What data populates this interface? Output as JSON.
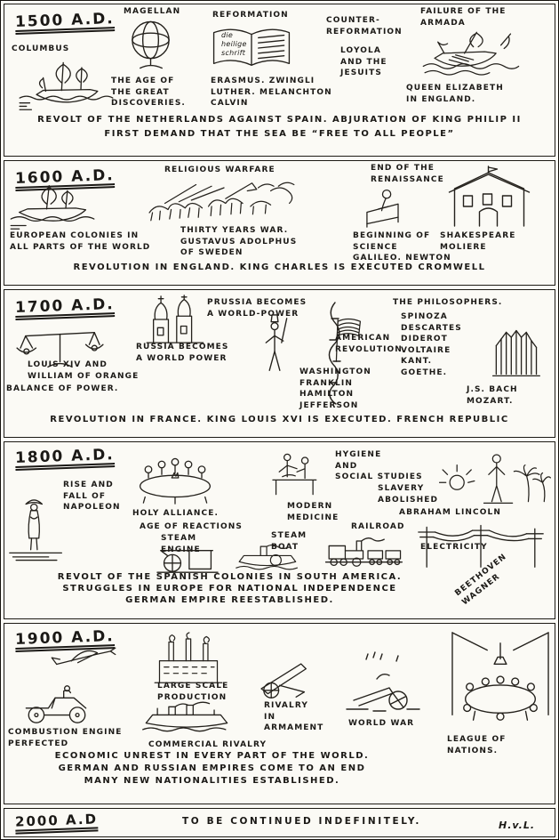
{
  "document": {
    "kind": "Hand-drawn historical timeline, 1500 A.D. to 2000 A.D.",
    "signature": "H.v.L."
  },
  "bands": [
    {
      "era": "1500 A.D.",
      "labels": {
        "columbus": "COLUMBUS",
        "magellan": "MAGELLAN",
        "discoveries": "THE AGE OF\nTHE GREAT\nDISCOVERIES.",
        "reformation": "REFORMATION",
        "book_text": "die\nheilige\nschrift",
        "reformers": "ERASMUS. ZWINGLI\nLUTHER. MELANCHTON\nCALVIN",
        "counter_reformation": "COUNTER-\nREFORMATION",
        "jesuits": "LOYOLA\nAND THE\nJESUITS",
        "armada": "FAILURE OF THE\nARMADA",
        "elizabeth": "QUEEN ELIZABETH\nIN ENGLAND."
      },
      "footer": [
        "REVOLT OF THE NETHERLANDS AGAINST SPAIN. ABJURATION OF KING PHILIP II",
        "FIRST DEMAND THAT THE SEA BE “FREE TO ALL PEOPLE”"
      ]
    },
    {
      "era": "1600 A.D.",
      "labels": {
        "colonies": "EUROPEAN COLONIES IN\nALL PARTS OF THE WORLD",
        "religious_warfare": "RELIGIOUS WARFARE",
        "thirty_years_war": "THIRTY YEARS WAR.\nGUSTAVUS ADOLPHUS\nOF SWEDEN",
        "end_renaissance": "END OF THE\nRENAISSANCE",
        "science": "BEGINNING OF\nSCIENCE\nGALILEO. NEWTON",
        "theatre": "SHAKESPEARE\nMOLIERE"
      },
      "footer": [
        "REVOLUTION IN ENGLAND. KING CHARLES IS EXECUTED CROMWELL"
      ]
    },
    {
      "era": "1700 A.D.",
      "labels": {
        "louis": "LOUIS XIV AND\nWILLIAM OF ORANGE",
        "balance": "BALANCE OF POWER.",
        "russia": "RUSSIA BECOMES\nA WORLD POWER",
        "prussia": "PRUSSIA BECOMES\nA WORLD-POWER",
        "american_revolution": "AMERICAN\nREVOLUTION",
        "founders": "WASHINGTON\nFRANKLIN\nHAMILTON\nJEFFERSON",
        "philosophers_title": "THE PHILOSOPHERS.",
        "philosophers": "SPINOZA\nDESCARTES\nDIDEROT\nVOLTAIRE\nKANT.\nGOETHE.",
        "composers": "J.S. BACH\nMOZART."
      },
      "footer": [
        "REVOLUTION IN FRANCE. KING LOUIS XVI IS EXECUTED. FRENCH REPUBLIC"
      ]
    },
    {
      "era": "1800 A.D.",
      "labels": {
        "napoleon": "RISE AND\nFALL OF\nNAPOLEON",
        "holy_alliance": "HOLY ALLIANCE.",
        "reactions": "AGE OF REACTIONS",
        "medicine": "MODERN\nMEDICINE",
        "hygiene": "HYGIENE\nAND\nSOCIAL STUDIES",
        "slavery": "SLAVERY\nABOLISHED",
        "lincoln": "ABRAHAM LINCOLN",
        "steam_engine": "STEAM\nENGINE",
        "steam_boat": "STEAM\nBOAT",
        "railroad": "RAILROAD",
        "electricity": "ELECTRICITY",
        "composers": "BEETHOVEN\nWAGNER"
      },
      "footer": [
        "REVOLT OF THE SPANISH COLONIES IN SOUTH AMERICA.",
        "STRUGGLES IN EUROPE FOR NATIONAL INDEPENDENCE",
        "GERMAN EMPIRE REESTABLISHED."
      ]
    },
    {
      "era": "1900 A.D.",
      "labels": {
        "combustion": "COMBUSTION ENGINE\nPERFECTED",
        "production": "LARGE SCALE\nPRODUCTION",
        "commercial": "COMMERCIAL RIVALRY",
        "armament": "RIVALRY\nIN\nARMAMENT",
        "world_war": "WORLD WAR",
        "league": "LEAGUE OF\nNATIONS."
      },
      "footer": [
        "ECONOMIC UNREST IN EVERY PART OF THE WORLD.",
        "GERMAN AND RUSSIAN EMPIRES COME TO AN END",
        "MANY NEW NATIONALITIES ESTABLISHED."
      ]
    },
    {
      "era": "2000 A.D",
      "labels": {
        "continued": "TO BE CONTINUED INDEFINITELY.",
        "signature": "H.v.L."
      },
      "footer": []
    }
  ]
}
